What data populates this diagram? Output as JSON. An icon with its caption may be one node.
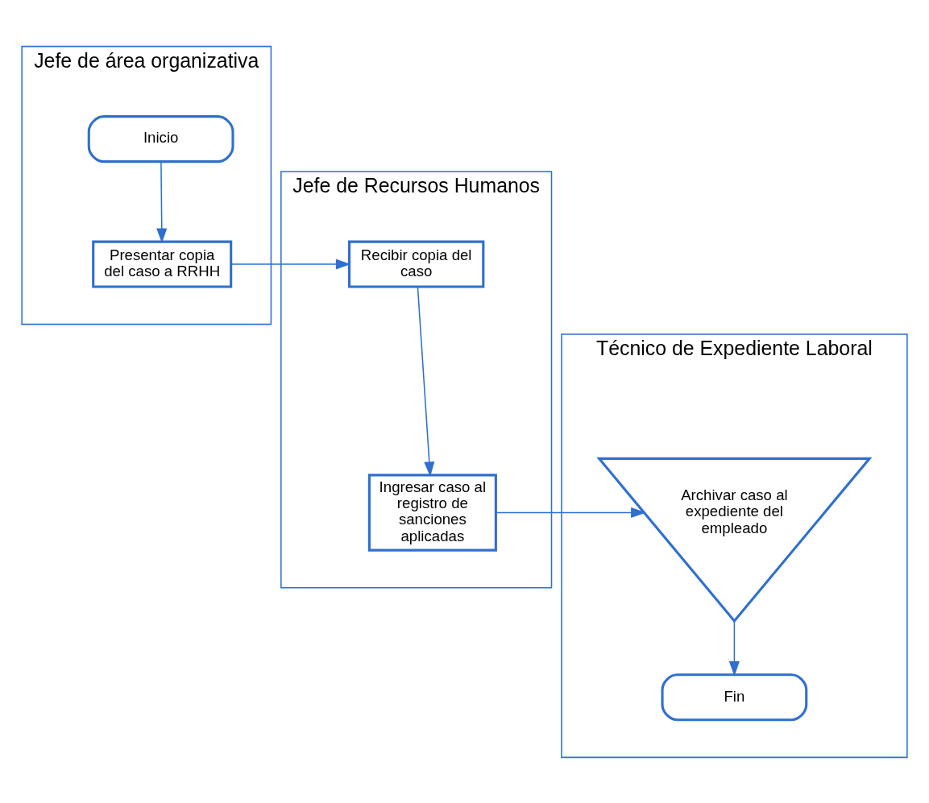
{
  "diagram": {
    "nodes": [
      {
        "text": [
          "Jefe de área organizativa"
        ]
      },
      {
        "text": [
          "Jefe de Recursos Humanos"
        ]
      },
      {
        "text": [
          "Técnico de Expediente Laboral"
        ]
      },
      {
        "text": [
          "Inicio"
        ],
        "in": 0
      },
      {
        "text": [
          "Presentar copia del caso a RRHH"
        ],
        "in": 0
      },
      {
        "text": [
          "Recibir copia del caso"
        ],
        "in": 1
      },
      {
        "text": [
          "Ingresar caso al registro de sanciones aplicadas"
        ],
        "in": 1
      },
      {
        "text": [
          "Archivar caso al expediente del empleado"
        ],
        "in": 2
      },
      {
        "text": [
          "Fin"
        ],
        "in": 2
      }
    ],
    "edges": [
      {
        "from": 3,
        "to": 4,
        "arrow": "to"
      },
      {
        "from": 4,
        "to": 5,
        "arrow": "to"
      },
      {
        "from": 5,
        "to": 6,
        "arrow": "to"
      },
      {
        "from": 6,
        "to": 7,
        "arrow": "to"
      },
      {
        "from": 7,
        "to": 8,
        "arrow": "to"
      }
    ]
  }
}
